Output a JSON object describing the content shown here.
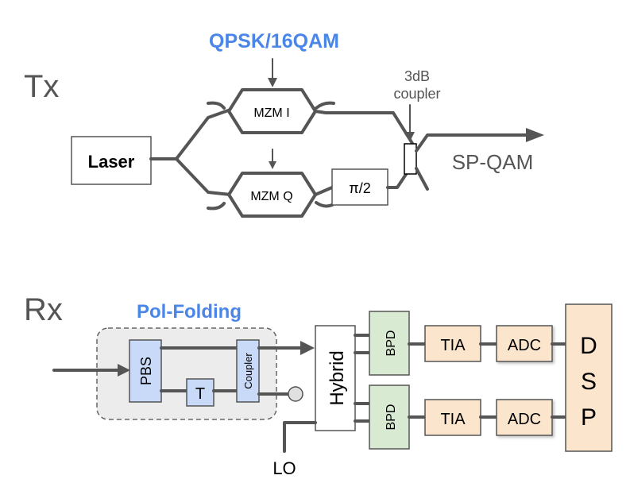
{
  "tx": {
    "label": "Tx",
    "modulation": "QPSK/16QAM",
    "laser": "Laser",
    "mzm_i": "MZM I",
    "mzm_q": "MZM Q",
    "phase_shifter": "π/2",
    "coupler_line1": "3dB",
    "coupler_line2": "coupler",
    "output": "SP-QAM"
  },
  "rx": {
    "label": "Rx",
    "pol_folding": "Pol-Folding",
    "pbs": "PBS",
    "delay": "T",
    "coupler": "Coupler",
    "hybrid": "Hybrid",
    "bpd_top": "BPD",
    "bpd_bottom": "BPD",
    "tia_top": "TIA",
    "tia_bottom": "TIA",
    "adc_top": "ADC",
    "adc_bottom": "ADC",
    "dsp_d": "D",
    "dsp_s": "S",
    "dsp_p": "P",
    "lo": "LO"
  },
  "colors": {
    "accent_label": "#4a86e8",
    "line": "#555555",
    "pbs_fill": "#c9daf8",
    "bpd_fill": "#d9ead3",
    "tia_fill": "#fce5cd",
    "pol_bg": "#ececec"
  }
}
